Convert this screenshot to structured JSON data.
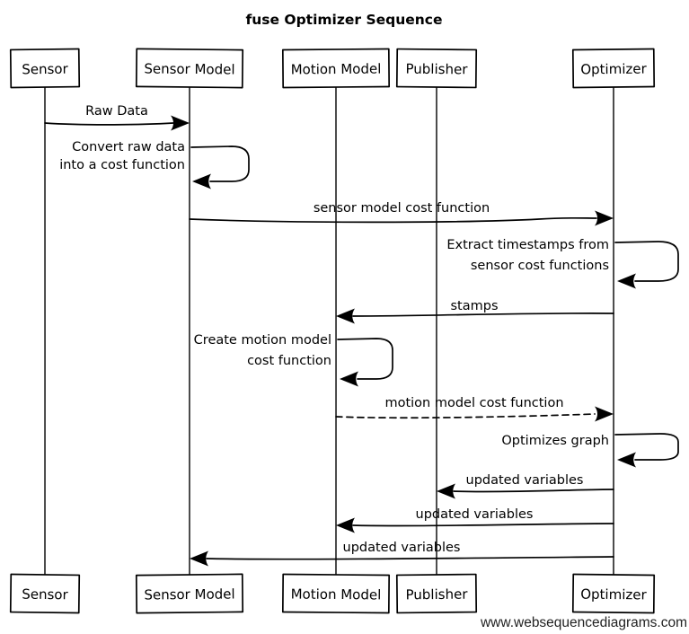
{
  "title": "fuse Optimizer Sequence",
  "watermark": "www.websequencediagrams.com",
  "diagram_type": "sequence-diagram",
  "style": "hand-drawn",
  "colors": {
    "line": "#000000",
    "background": "#ffffff",
    "watermark": "#222222"
  },
  "actors": [
    {
      "name": "Sensor"
    },
    {
      "name": "Sensor Model"
    },
    {
      "name": "Motion Model"
    },
    {
      "name": "Publisher"
    },
    {
      "name": "Optimizer"
    }
  ],
  "messages": [
    {
      "type": "arrow",
      "from": "Sensor",
      "to": "Sensor Model",
      "style": "solid",
      "label": "Raw Data"
    },
    {
      "type": "self",
      "actor": "Sensor Model",
      "lines": [
        "Convert raw data",
        "into a cost function"
      ]
    },
    {
      "type": "arrow",
      "from": "Sensor Model",
      "to": "Optimizer",
      "style": "solid",
      "label": "sensor model cost function"
    },
    {
      "type": "self",
      "actor": "Optimizer",
      "lines": [
        "Extract timestamps from",
        "sensor cost functions"
      ]
    },
    {
      "type": "arrow",
      "from": "Optimizer",
      "to": "Motion Model",
      "style": "solid",
      "label": "stamps"
    },
    {
      "type": "self",
      "actor": "Motion Model",
      "lines": [
        "Create motion model",
        "cost function"
      ]
    },
    {
      "type": "arrow",
      "from": "Motion Model",
      "to": "Optimizer",
      "style": "dashed",
      "label": "motion model cost function"
    },
    {
      "type": "self",
      "actor": "Optimizer",
      "lines": [
        "Optimizes graph"
      ]
    },
    {
      "type": "arrow",
      "from": "Optimizer",
      "to": "Publisher",
      "style": "solid",
      "label": "updated variables"
    },
    {
      "type": "arrow",
      "from": "Optimizer",
      "to": "Motion Model",
      "style": "solid",
      "label": "updated variables"
    },
    {
      "type": "arrow",
      "from": "Optimizer",
      "to": "Sensor Model",
      "style": "solid",
      "label": "updated variables"
    }
  ]
}
